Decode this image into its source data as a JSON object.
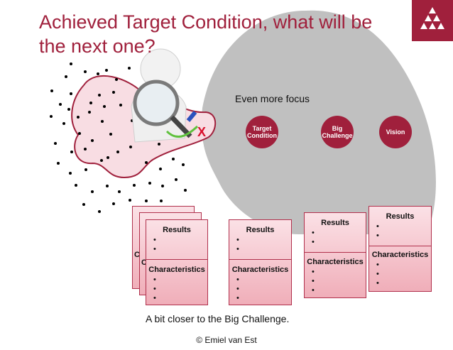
{
  "title": "Achieved Target Condition, what will be the next one?",
  "focus_text": "Even more focus",
  "marker": "X",
  "circles": [
    {
      "line1": "Target",
      "line2": "Condition"
    },
    {
      "line1": "Big",
      "line2": "Challenge"
    },
    {
      "line1": "Vision",
      "line2": ""
    }
  ],
  "card_labels": {
    "results": "Results",
    "characteristics": "Characteristics",
    "stub": "C",
    "bullet": "•"
  },
  "caption": "A bit closer to the Big Challenge.",
  "copyright": "© Emiel van Est",
  "colors": {
    "brand": "#a0203c",
    "blob": "#c0c0c0",
    "card_top": "#fbe1e6",
    "card_bottom": "#f0aeb9"
  }
}
